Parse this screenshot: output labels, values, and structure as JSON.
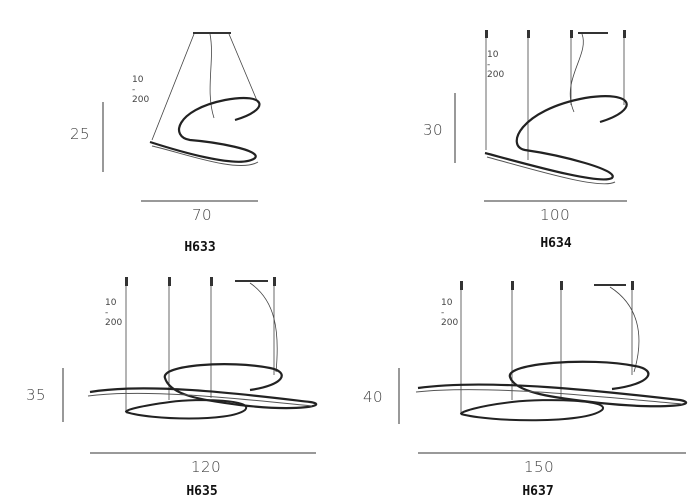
{
  "panels": [
    {
      "model": "H633",
      "cable_length": "10 - 200",
      "height": "25",
      "width": "70"
    },
    {
      "model": "H634",
      "cable_length": "10 - 200",
      "height": "30",
      "width": "100"
    },
    {
      "model": "H635",
      "cable_length": "10 - 200",
      "height": "35",
      "width": "120"
    },
    {
      "model": "H637",
      "cable_length": "10 - 200",
      "height": "40",
      "width": "150"
    }
  ]
}
